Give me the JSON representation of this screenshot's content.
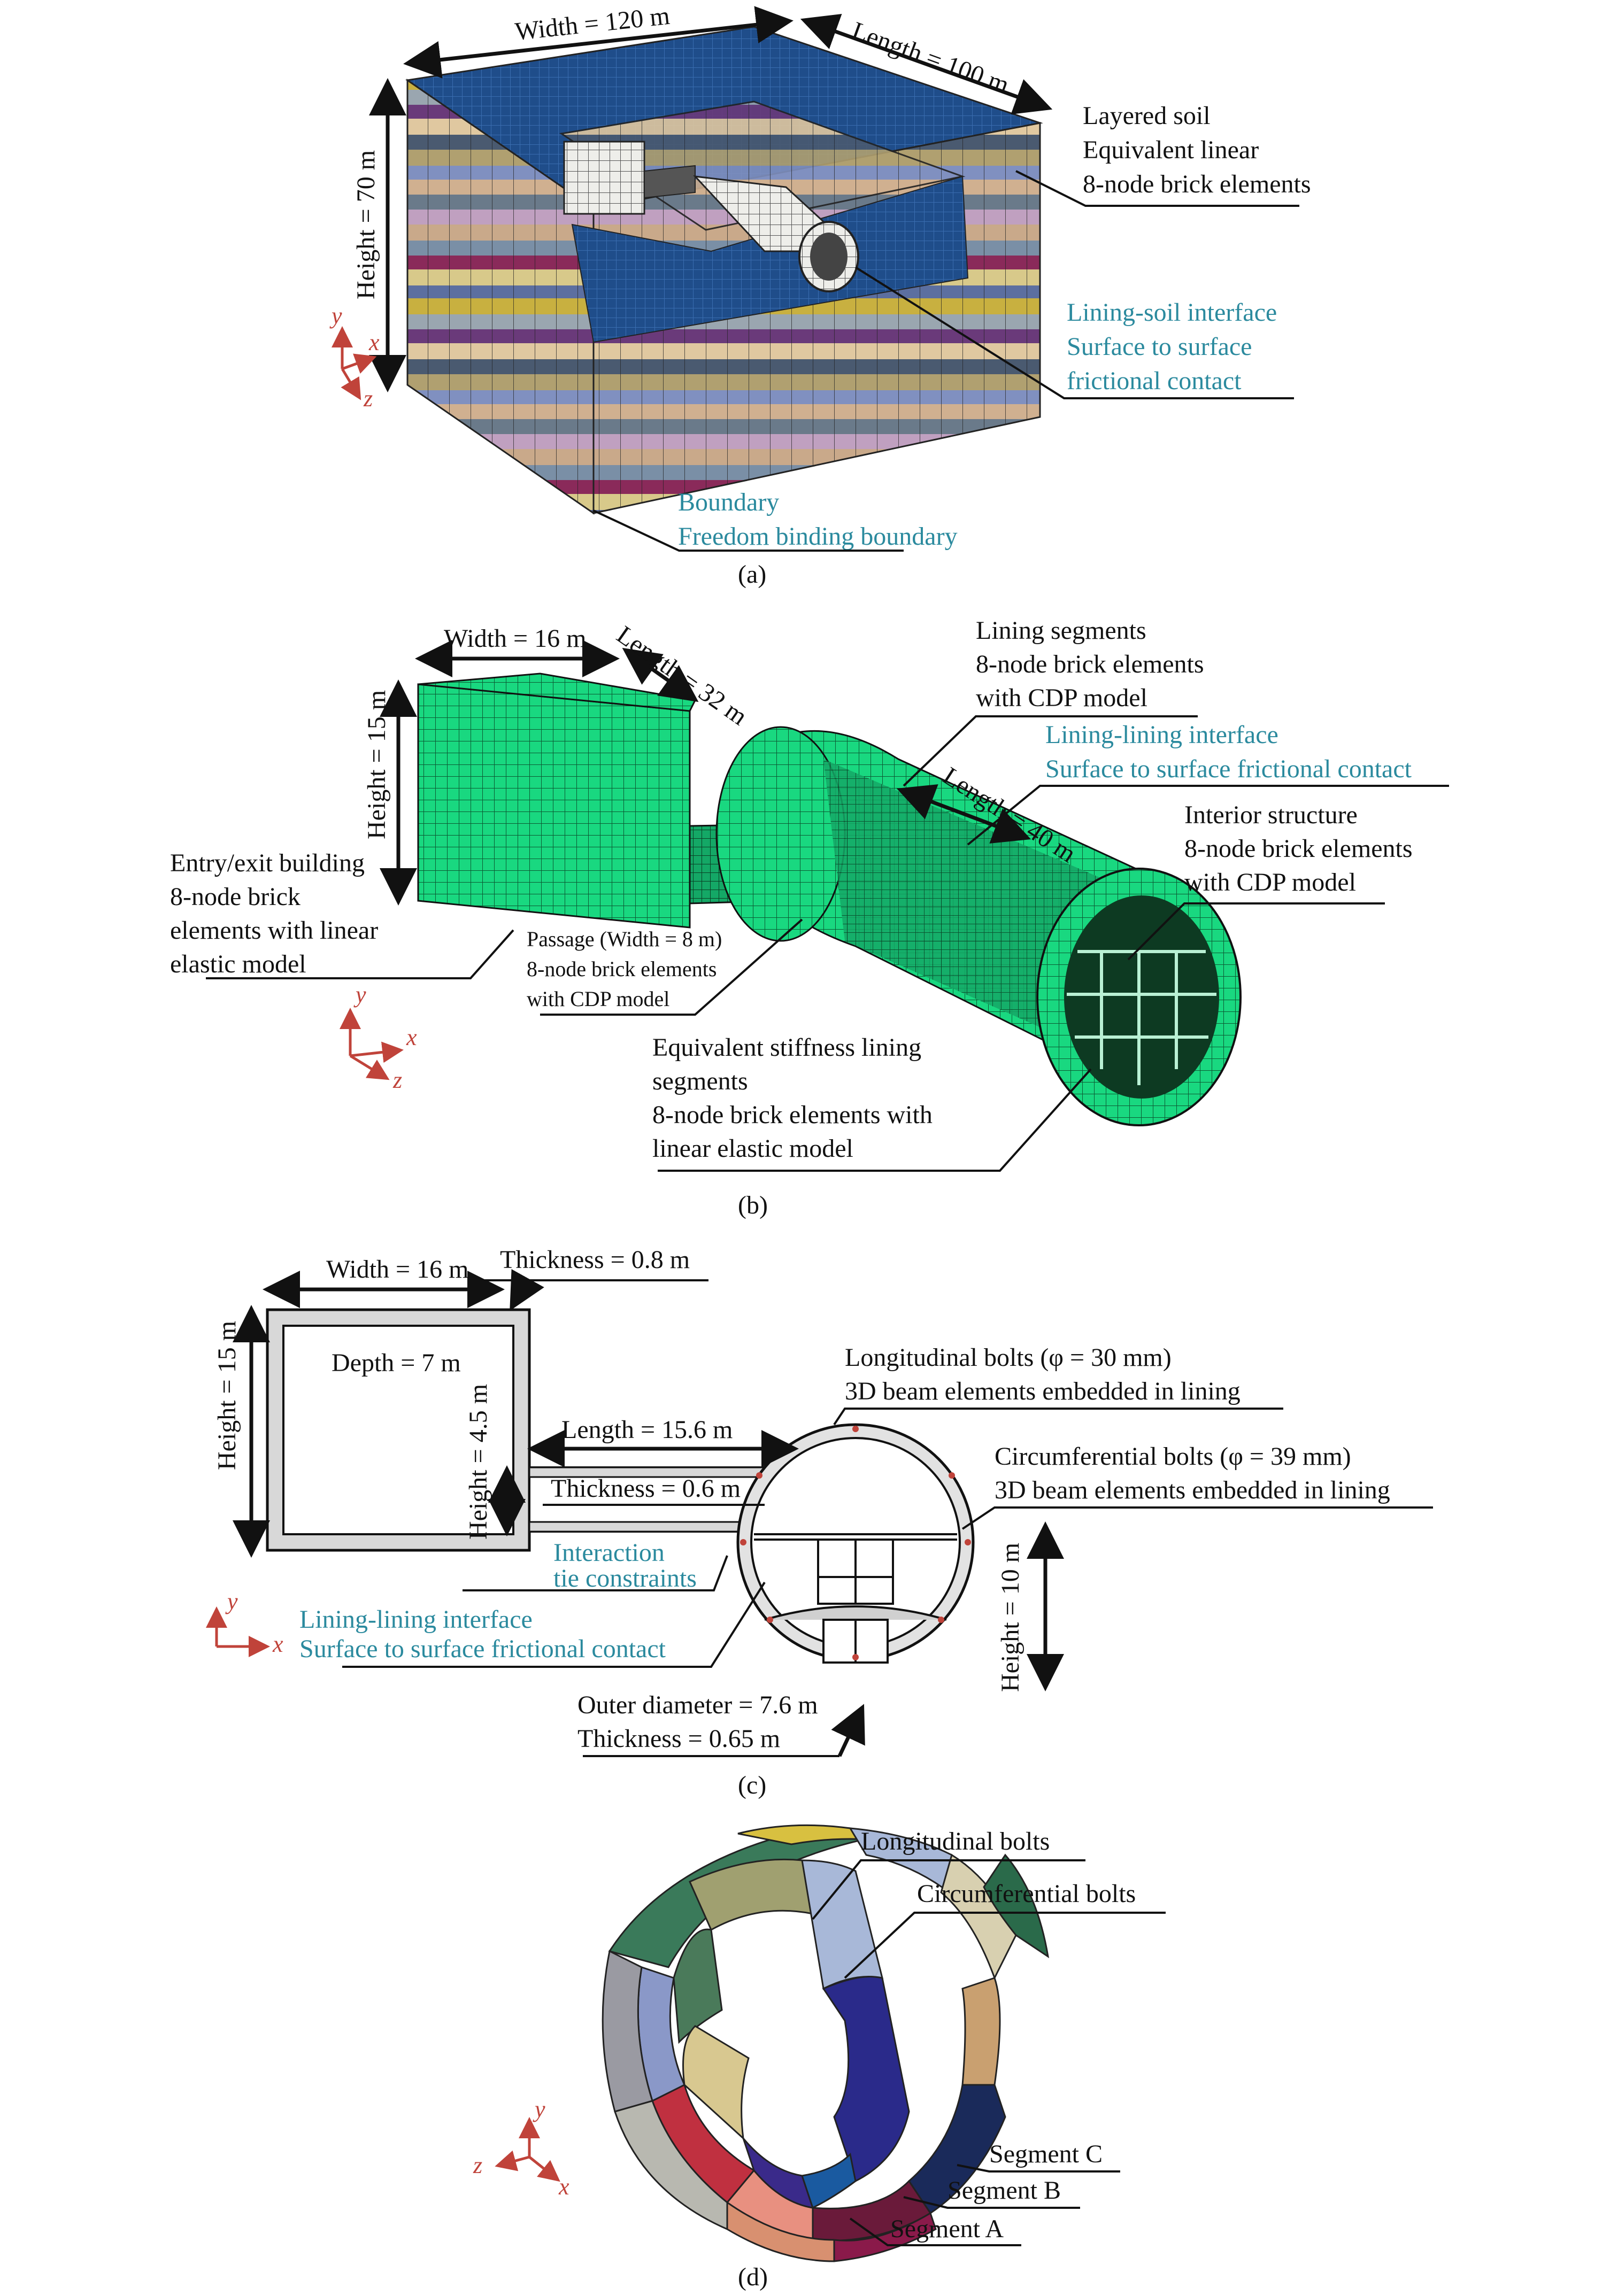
{
  "panel_a": {
    "caption": "(a)",
    "dims": {
      "width": "Width = 120 m",
      "length": "Length = 100 m",
      "height": "Height = 70 m"
    },
    "soil_label": [
      "Layered soil",
      "Equivalent linear",
      "8-node brick elements"
    ],
    "interface_label": [
      "Lining-soil interface",
      "Surface to surface",
      "frictional contact"
    ],
    "boundary_label": [
      "Boundary",
      "Freedom binding boundary"
    ],
    "axes": {
      "y": "y",
      "x": "x",
      "z": "z"
    }
  },
  "panel_b": {
    "caption": "(b)",
    "dims": {
      "width": "Width = 16 m",
      "length": "Length = 32 m",
      "height": "Height = 15 m",
      "tunnel_length": "Length = 40 m"
    },
    "lining_segments": [
      "Lining segments",
      "8-node brick elements",
      "with CDP model"
    ],
    "lining_interface": [
      "Lining-lining interface",
      "Surface to surface frictional contact"
    ],
    "interior": [
      "Interior structure",
      "8-node brick elements",
      "with CDP model"
    ],
    "building": [
      "Entry/exit building",
      "8-node brick",
      "elements with linear",
      "elastic model"
    ],
    "passage": [
      "Passage (Width = 8 m)",
      "8-node brick elements",
      "with CDP model"
    ],
    "equivalent": [
      "Equivalent stiffness lining",
      "segments",
      "8-node brick elements with",
      "linear elastic model"
    ],
    "axes": {
      "y": "y",
      "x": "x",
      "z": "z"
    }
  },
  "panel_c": {
    "caption": "(c)",
    "width": "Width = 16 m",
    "thickness_box": "Thickness = 0.8 m",
    "height_box": "Height = 15 m",
    "depth": "Depth = 7 m",
    "height_passage": "Height = 4.5 m",
    "length_passage": "Length = 15.6 m",
    "thickness_passage": "Thickness = 0.6 m",
    "interaction": [
      "Interaction",
      "tie constraints"
    ],
    "lining_interface": [
      "Lining-lining interface",
      "Surface to surface frictional contact"
    ],
    "long_bolts": [
      "Longitudinal bolts (φ = 30 mm)",
      "3D beam elements embedded in lining"
    ],
    "circ_bolts": [
      "Circumferential bolts (φ = 39 mm)",
      "3D beam elements embedded in lining"
    ],
    "height_tunnel": "Height = 10 m",
    "outer_diameter": "Outer diameter = 7.6 m",
    "thickness_tunnel": "Thickness = 0.65 m",
    "axes": {
      "y": "y",
      "x": "x"
    }
  },
  "panel_d": {
    "caption": "(d)",
    "long_bolts": "Longitudinal bolts",
    "circ_bolts": "Circumferential bolts",
    "segment_c": "Segment C",
    "segment_b": "Segment B",
    "segment_a": "Segment A",
    "axes": {
      "y": "y",
      "z": "z",
      "x": "x"
    }
  },
  "colors": {
    "soil_top": "#1f4d8a",
    "mesh_green": "#19d880",
    "interface_text": "#2b8a9e",
    "axis_red": "#c0433a"
  }
}
